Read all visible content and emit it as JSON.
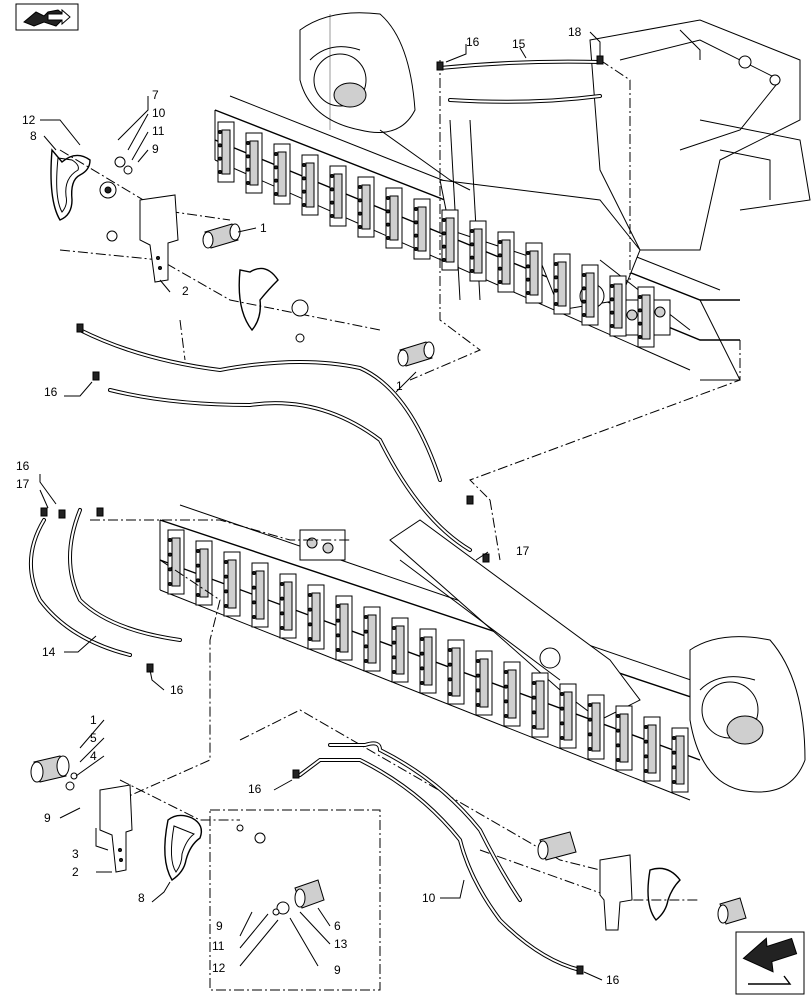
{
  "callouts": [
    {
      "id": "c-1-a",
      "text": "1"
    },
    {
      "id": "c-1-b",
      "text": "1"
    },
    {
      "id": "c-1-c",
      "text": "1"
    },
    {
      "id": "c-2-a",
      "text": "2"
    },
    {
      "id": "c-2-b",
      "text": "2"
    },
    {
      "id": "c-3",
      "text": "3"
    },
    {
      "id": "c-4",
      "text": "4"
    },
    {
      "id": "c-5",
      "text": "5"
    },
    {
      "id": "c-6",
      "text": "6"
    },
    {
      "id": "c-7",
      "text": "7"
    },
    {
      "id": "c-8-a",
      "text": "8"
    },
    {
      "id": "c-8-b",
      "text": "8"
    },
    {
      "id": "c-9-a",
      "text": "9"
    },
    {
      "id": "c-9-b",
      "text": "9"
    },
    {
      "id": "c-9-c",
      "text": "9"
    },
    {
      "id": "c-9-d",
      "text": "9"
    },
    {
      "id": "c-10-a",
      "text": "10"
    },
    {
      "id": "c-10-b",
      "text": "10"
    },
    {
      "id": "c-11-a",
      "text": "11"
    },
    {
      "id": "c-11-b",
      "text": "11"
    },
    {
      "id": "c-12-a",
      "text": "12"
    },
    {
      "id": "c-12-b",
      "text": "12"
    },
    {
      "id": "c-13",
      "text": "13"
    },
    {
      "id": "c-14",
      "text": "14"
    },
    {
      "id": "c-15",
      "text": "15"
    },
    {
      "id": "c-16-a",
      "text": "16"
    },
    {
      "id": "c-16-b",
      "text": "16"
    },
    {
      "id": "c-16-c",
      "text": "16"
    },
    {
      "id": "c-16-d",
      "text": "16"
    },
    {
      "id": "c-16-e",
      "text": "16"
    },
    {
      "id": "c-16-f",
      "text": "16"
    },
    {
      "id": "c-17-a",
      "text": "17"
    },
    {
      "id": "c-17-b",
      "text": "17"
    },
    {
      "id": "c-18",
      "text": "18"
    }
  ],
  "icons": {
    "top_left": "book-arrow-icon",
    "bottom_right": "next-page-arrow-icon"
  }
}
